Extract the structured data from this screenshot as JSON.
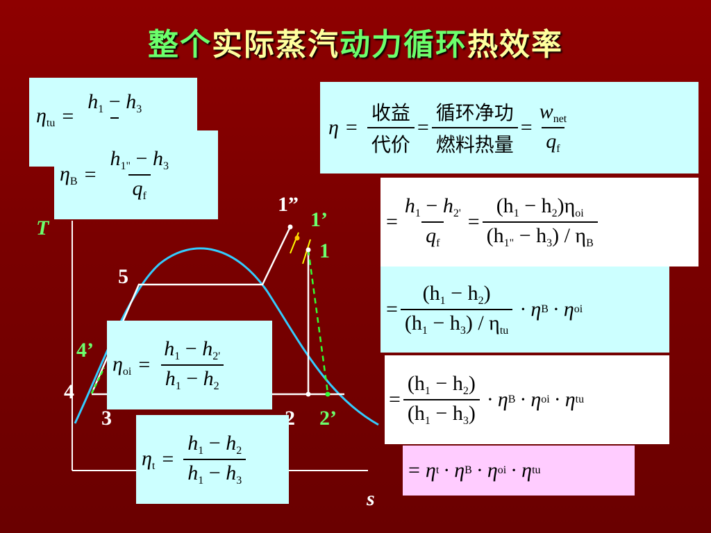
{
  "title": {
    "part1": "整个",
    "part2": "实际蒸汽",
    "part3": "动力循环",
    "part4": "热效率"
  },
  "colors": {
    "background": "#800000",
    "title_green": "#6cff6c",
    "title_yellow": "#ffff9e",
    "box_cyan": "#ccffff",
    "box_pink": "#ffccff",
    "curve": "#33ccff",
    "dashed": "#33ff33"
  },
  "labels": {
    "T": "T",
    "s": "s",
    "p1pp": "1”",
    "p1p": "1’",
    "p1": "1",
    "p5": "5",
    "p4p": "4’",
    "p4": "4",
    "p3": "3",
    "p2": "2",
    "p2p": "2’"
  },
  "formulas": {
    "eta_tu": {
      "lhs": "η",
      "lhs_sub": "tu",
      "num_a": "h",
      "num_a_sub": "1",
      "minus": "−",
      "num_b": "h",
      "num_b_sub": "3",
      "eq": "="
    },
    "eta_B": {
      "lhs": "η",
      "lhs_sub": "B",
      "eq": "=",
      "num_a": "h",
      "num_a_sub": "1\"",
      "minus": "−",
      "num_b": "h",
      "num_b_sub": "3",
      "den": "q",
      "den_sub": "f"
    },
    "eta_oi": {
      "lhs": "η",
      "lhs_sub": "oi",
      "eq": "=",
      "num_a": "h",
      "num_a_sub": "1",
      "minus": "−",
      "num_b": "h",
      "num_b_sub": "2'",
      "den_a": "h",
      "den_a_sub": "1",
      "den_b": "h",
      "den_b_sub": "2"
    },
    "eta_t": {
      "lhs": "η",
      "lhs_sub": "t",
      "eq": "=",
      "num_a": "h",
      "num_a_sub": "1",
      "minus": "−",
      "num_b": "h",
      "num_b_sub": "2",
      "den_a": "h",
      "den_a_sub": "1",
      "den_b": "h",
      "den_b_sub": "3"
    },
    "main": {
      "lhs": "η",
      "eq": "=",
      "f1_num": "收益",
      "f1_den": "代价",
      "f2_num": "循环净功",
      "f2_den": "燃料热量",
      "f3_num": "w",
      "f3_num_sub": "net",
      "f3_den": "q",
      "f3_den_sub": "f"
    },
    "step1": {
      "eq": "=",
      "a_num_a": "h",
      "a_num_a_sub": "1",
      "minus": "−",
      "a_num_b": "h",
      "a_num_b_sub": "2'",
      "a_den": "q",
      "a_den_sub": "f",
      "b_num": "(h",
      "b_num_sub1": "1",
      "b_num_mid": "− h",
      "b_num_sub2": "2",
      "b_num_end": ")η",
      "b_num_sub3": "oi",
      "b_den": "(h",
      "b_den_sub1": "1\"",
      "b_den_mid": "− h",
      "b_den_sub2": "3",
      "b_den_end": ") / η",
      "b_den_sub3": "B"
    },
    "step2": {
      "eq": "=",
      "num": "(h",
      "num_sub1": "1",
      "num_mid": "− h",
      "num_sub2": "2",
      "num_end": ")",
      "den": "(h",
      "den_sub1": "1",
      "den_mid": "− h",
      "den_sub2": "3",
      "den_end": ") / η",
      "den_sub3": "tu",
      "dot": "·",
      "f1": "η",
      "f1_sub": "B",
      "f2": "η",
      "f2_sub": "oi"
    },
    "step3": {
      "eq": "=",
      "num": "(h",
      "num_sub1": "1",
      "num_mid": "− h",
      "num_sub2": "2",
      "num_end": ")",
      "den": "(h",
      "den_sub1": "1",
      "den_mid": "− h",
      "den_sub2": "3",
      "den_end": ")",
      "dot": "·",
      "f1": "η",
      "f1_sub": "B",
      "f2": "η",
      "f2_sub": "oi",
      "f3": "η",
      "f3_sub": "tu"
    },
    "final": {
      "eq": "=",
      "dot": "·",
      "f1": "η",
      "f1_sub": "t",
      "f2": "η",
      "f2_sub": "B",
      "f3": "η",
      "f3_sub": "oi",
      "f4": "η",
      "f4_sub": "tu"
    }
  }
}
